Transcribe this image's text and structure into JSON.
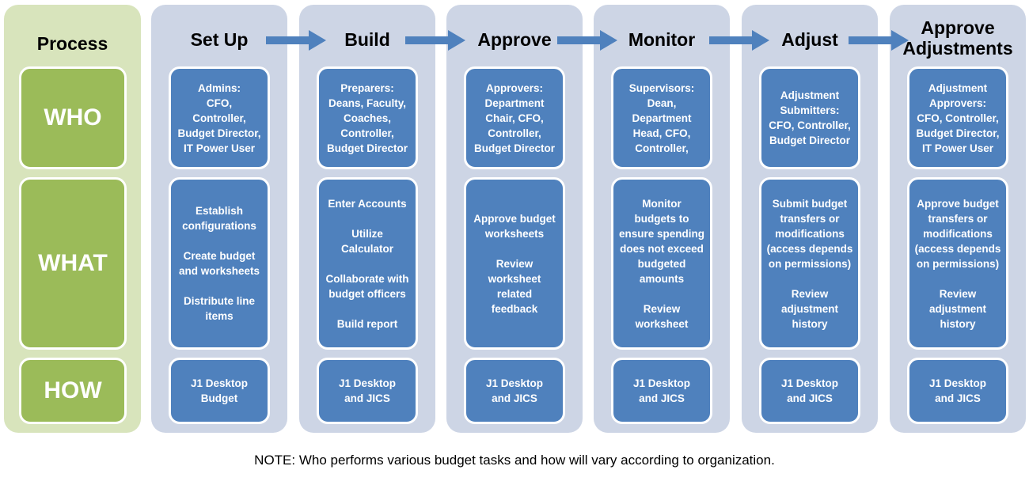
{
  "process": {
    "title": "Process",
    "rows": [
      {
        "key": "who",
        "label": "WHO"
      },
      {
        "key": "what",
        "label": "WHAT"
      },
      {
        "key": "how",
        "label": "HOW"
      }
    ]
  },
  "stages": [
    {
      "title_lines": [
        "Set Up"
      ],
      "who": [
        "Admins:",
        "CFO,",
        "Controller,",
        "Budget Director,",
        "IT Power User"
      ],
      "what": [
        "Establish",
        "configurations",
        "",
        "Create budget",
        "and worksheets",
        "",
        "Distribute line",
        "items"
      ],
      "how": [
        "J1 Desktop",
        "Budget"
      ]
    },
    {
      "title_lines": [
        "Build"
      ],
      "who": [
        "Preparers:",
        "Deans, Faculty,",
        "Coaches,",
        "Controller,",
        "Budget Director"
      ],
      "what": [
        "Enter Accounts",
        "",
        "Utilize",
        "Calculator",
        "",
        "Collaborate with",
        "budget officers",
        "",
        "Build report"
      ],
      "how": [
        "J1 Desktop",
        "and JICS"
      ]
    },
    {
      "title_lines": [
        "Approve"
      ],
      "who": [
        "Approvers:",
        "Department",
        "Chair, CFO,",
        "Controller,",
        "Budget Director"
      ],
      "what": [
        "Approve budget",
        "worksheets",
        "",
        "Review",
        "worksheet",
        "related",
        "feedback"
      ],
      "how": [
        "J1 Desktop",
        "and JICS"
      ]
    },
    {
      "title_lines": [
        "Monitor"
      ],
      "who": [
        "Supervisors:",
        "Dean,",
        "Department",
        "Head, CFO,",
        "Controller,"
      ],
      "what": [
        "Monitor",
        "budgets to",
        "ensure spending",
        "does not exceed",
        "budgeted",
        "amounts",
        "",
        "Review",
        "worksheet"
      ],
      "how": [
        "J1 Desktop",
        "and JICS"
      ]
    },
    {
      "title_lines": [
        "Adjust"
      ],
      "who": [
        "Adjustment",
        "Submitters:",
        "CFO, Controller,",
        "Budget Director"
      ],
      "what": [
        "Submit budget",
        "transfers or",
        "modifications",
        "(access depends",
        "on permissions)",
        "",
        "Review",
        "adjustment",
        "history"
      ],
      "how": [
        "J1 Desktop",
        "and JICS"
      ]
    },
    {
      "title_lines": [
        "Approve",
        "Adjustments"
      ],
      "who": [
        "Adjustment",
        "Approvers:",
        "CFO, Controller,",
        "Budget Director,",
        "IT Power User"
      ],
      "what": [
        "Approve budget",
        "transfers or",
        "modifications",
        "(access depends",
        "on permissions)",
        "",
        "Review",
        "adjustment",
        "history"
      ],
      "how": [
        "J1 Desktop",
        "and JICS"
      ]
    }
  ],
  "note": "NOTE: Who performs various budget tasks and how will vary according to organization.",
  "colors": {
    "process_bg": "#d8e4bc",
    "row_label_bg": "#9bbb59",
    "stage_bg": "#cdd5e5",
    "box_bg": "#4f81bd",
    "arrow": "#4f81bd"
  }
}
